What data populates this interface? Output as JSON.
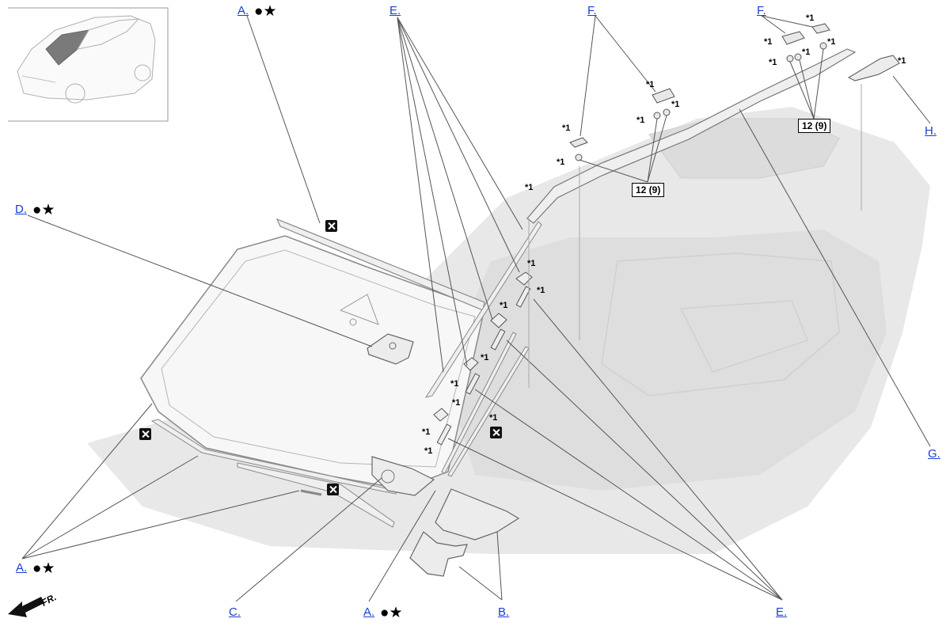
{
  "callouts": {
    "a_top": "A.",
    "d": "D.",
    "e_top": "E.",
    "f_left": "F.",
    "f_right": "F.",
    "h": "H.",
    "g": "G.",
    "a_left": "A.",
    "c": "C.",
    "a_bottom": "A.",
    "b": "B.",
    "e_bottom": "E."
  },
  "symbols": {
    "circle_star": "●★"
  },
  "notes": {
    "star1": "*1"
  },
  "torque": {
    "value": "12 (9)"
  },
  "orientation": {
    "label": "FR."
  },
  "icons": [
    "locator-car-icon",
    "no-reuse-icon",
    "front-arrow-icon"
  ],
  "colors": {
    "callout": "#1a3fd0",
    "line": "#555555",
    "part_fill": "#ededed",
    "body_shadow": "#e6e6e6"
  }
}
